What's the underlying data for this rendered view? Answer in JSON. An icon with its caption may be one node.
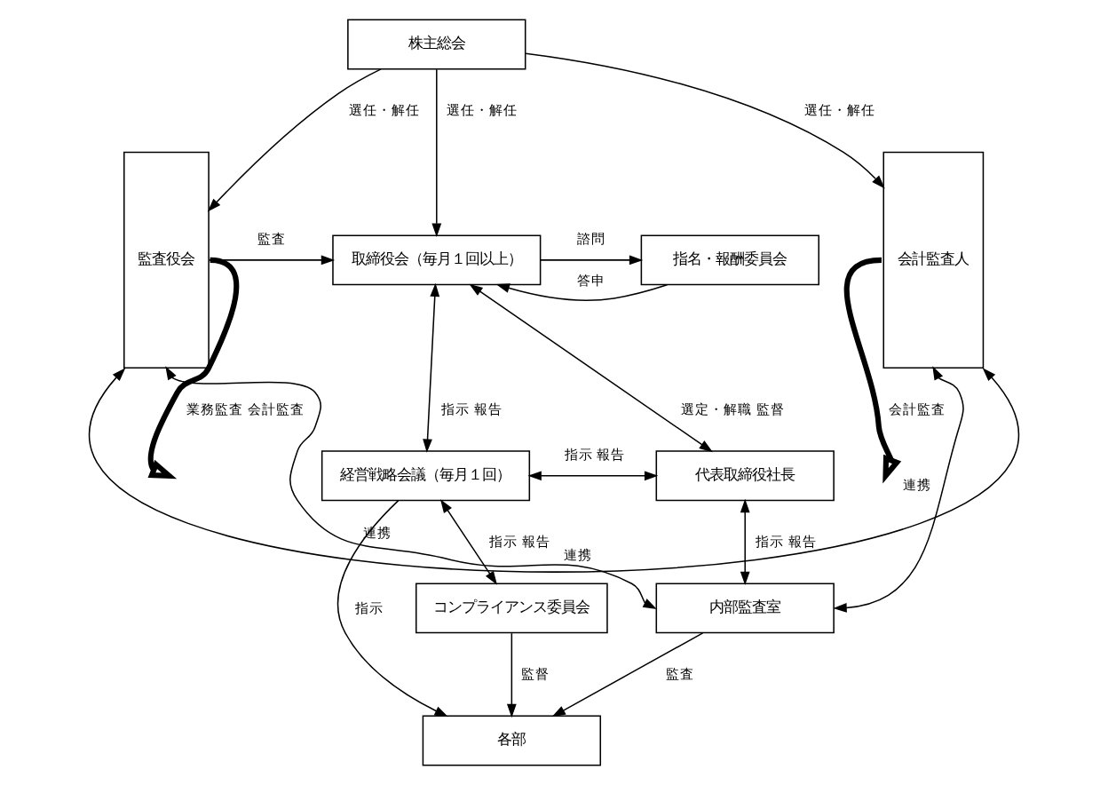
{
  "diagram": {
    "nodes": [
      {
        "text": [
          "株主総会"
        ]
      },
      {
        "text": [
          "監査役会"
        ]
      },
      {
        "text": [
          "取締役会（毎月１回以上）"
        ]
      },
      {
        "text": [
          "指名・報酬委員会"
        ]
      },
      {
        "text": [
          "会計監査人"
        ]
      },
      {
        "text": [
          "経営戦略会議（毎月１回）"
        ]
      },
      {
        "text": [
          "代表取締役社長"
        ]
      },
      {
        "text": [
          "コンプライアンス委員会"
        ]
      },
      {
        "text": [
          "内部監査室"
        ]
      },
      {
        "text": [
          "各部"
        ]
      }
    ],
    "edges": [
      {
        "from": 0,
        "to": 1,
        "arrow": "to",
        "label": "選任・解任"
      },
      {
        "from": 0,
        "to": 2,
        "arrow": "to",
        "label": "選任・解任"
      },
      {
        "from": 0,
        "to": 4,
        "arrow": "to",
        "label": "選任・解任"
      },
      {
        "from": 2,
        "to": 3,
        "arrow": "to",
        "label": "諮問"
      },
      {
        "from": 3,
        "to": 2,
        "arrow": "to",
        "label": "答申"
      },
      {
        "from": 1,
        "to": 2,
        "arrow": "to",
        "label": "監査"
      },
      {
        "from": 2,
        "to": 5,
        "arrow": "both",
        "label": "指示 報告"
      },
      {
        "from": 2,
        "to": 6,
        "arrow": "both",
        "label": "選定・解職 監督"
      },
      {
        "from": 5,
        "to": 6,
        "arrow": "both",
        "label": "指示 報告"
      },
      {
        "from": 1,
        "to": null,
        "arrow": "to",
        "label": "業務監査 会計監査",
        "style": "thick"
      },
      {
        "from": 4,
        "to": null,
        "arrow": "to",
        "label": "会計監査",
        "style": "thick"
      },
      {
        "from": 5,
        "to": 9,
        "arrow": "to",
        "label": "指示"
      },
      {
        "from": 5,
        "to": 7,
        "arrow": "both",
        "label": "指示 報告"
      },
      {
        "from": 6,
        "to": 8,
        "arrow": "both",
        "label": "指示 報告"
      },
      {
        "from": 8,
        "to": 4,
        "arrow": "both",
        "label": "連携"
      },
      {
        "from": 8,
        "to": 1,
        "arrow": "both",
        "label": "連携"
      },
      {
        "from": 7,
        "to": 9,
        "arrow": "to",
        "label": "監督"
      },
      {
        "from": 8,
        "to": 9,
        "arrow": "to",
        "label": "監査"
      },
      {
        "from": 1,
        "to": 4,
        "arrow": "both",
        "label": "連携"
      }
    ]
  }
}
